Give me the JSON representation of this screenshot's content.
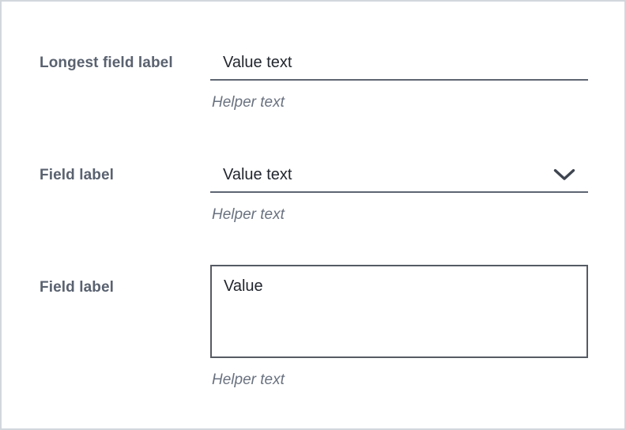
{
  "theme": {
    "background": "#ffffff",
    "frame_border": "#d2d6dd",
    "label_color": "#5a6270",
    "value_color": "#22262e",
    "helper_color": "#6a7280",
    "underline_color": "#5f6672",
    "textarea_border": "#565b63",
    "chevron_color": "#3e4550"
  },
  "form": {
    "fields": [
      {
        "type": "text",
        "label": "Longest field label",
        "value": "Value text",
        "helper": "Helper text"
      },
      {
        "type": "select",
        "label": "Field label",
        "value": "Value text",
        "helper": "Helper text",
        "icon": "chevron-down-icon"
      },
      {
        "type": "textarea",
        "label": "Field label",
        "value": "Value",
        "helper": "Helper text"
      }
    ]
  }
}
